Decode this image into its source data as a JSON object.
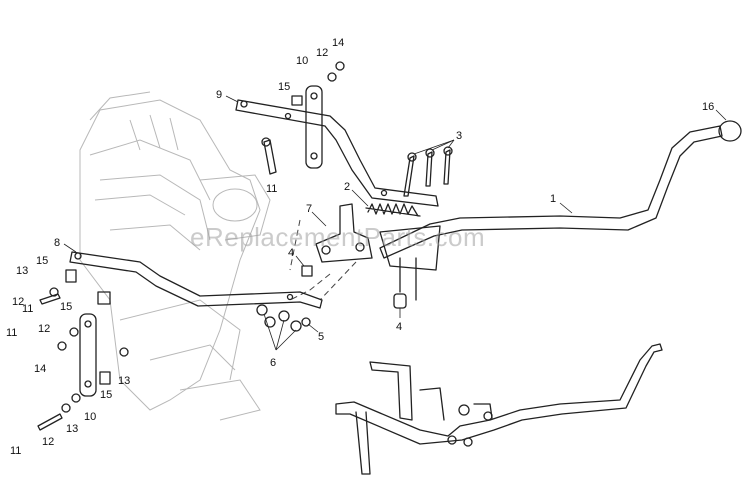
{
  "watermark": "eReplacementParts.com",
  "callouts": [
    {
      "id": "c1",
      "text": "1"
    },
    {
      "id": "c2",
      "text": "2"
    },
    {
      "id": "c3",
      "text": "3"
    },
    {
      "id": "c4a",
      "text": "4"
    },
    {
      "id": "c4b",
      "text": "4"
    },
    {
      "id": "c5",
      "text": "5"
    },
    {
      "id": "c6",
      "text": "6"
    },
    {
      "id": "c7",
      "text": "7"
    },
    {
      "id": "c8",
      "text": "8"
    },
    {
      "id": "c9",
      "text": "9"
    },
    {
      "id": "c10a",
      "text": "10"
    },
    {
      "id": "c10b",
      "text": "10"
    },
    {
      "id": "c11a",
      "text": "11"
    },
    {
      "id": "c11b",
      "text": "11"
    },
    {
      "id": "c11c",
      "text": "11"
    },
    {
      "id": "c11d",
      "text": "11"
    },
    {
      "id": "c12a",
      "text": "12"
    },
    {
      "id": "c12b",
      "text": "12"
    },
    {
      "id": "c12c",
      "text": "12"
    },
    {
      "id": "c12d",
      "text": "12"
    },
    {
      "id": "c13a",
      "text": "13"
    },
    {
      "id": "c13b",
      "text": "13"
    },
    {
      "id": "c13c",
      "text": "13"
    },
    {
      "id": "c14a",
      "text": "14"
    },
    {
      "id": "c14b",
      "text": "14"
    },
    {
      "id": "c15a",
      "text": "15"
    },
    {
      "id": "c15b",
      "text": "15"
    },
    {
      "id": "c15c",
      "text": "15"
    },
    {
      "id": "c15d",
      "text": "15"
    },
    {
      "id": "c16",
      "text": "16"
    }
  ]
}
